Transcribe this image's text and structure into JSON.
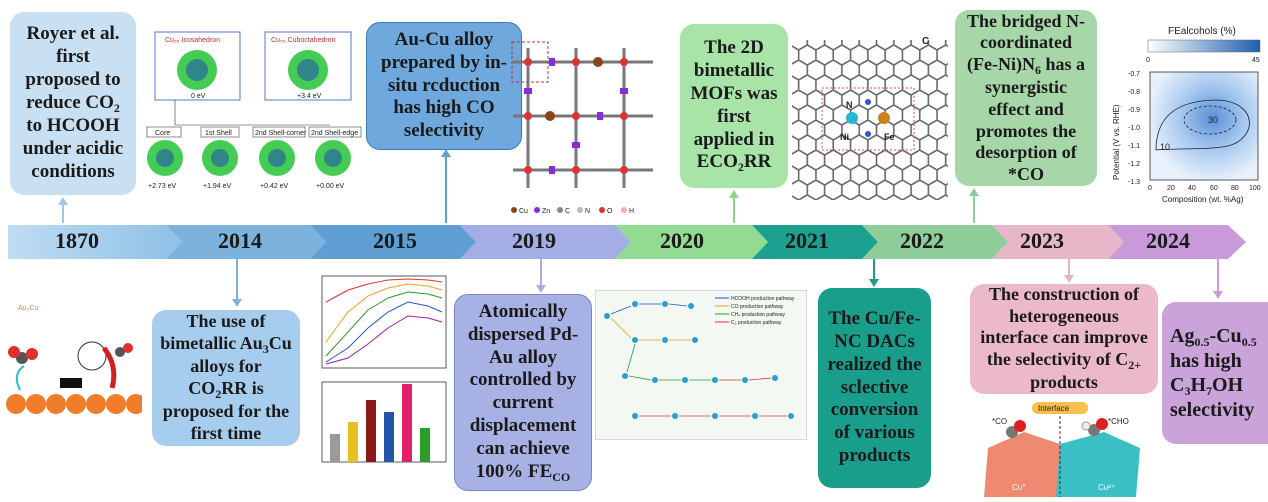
{
  "timeline": {
    "years": [
      "1870",
      "2014",
      "2015",
      "2019",
      "2020",
      "2021",
      "2022",
      "2023",
      "2024"
    ]
  },
  "events": [
    {
      "id": "1870",
      "parts": [
        "Royer et al. first proposed to reduce CO",
        "2",
        "to HCOOH under acidic conditions"
      ]
    },
    {
      "id": "2014",
      "parts": [
        "The use of bimetallic Au",
        "3",
        "Cu alloys for CO",
        "2",
        "RR is proposed for the first time"
      ]
    },
    {
      "id": "2015",
      "parts": [
        "Au-Cu alloy prepared by in-situ rcduction has high CO selectivity"
      ]
    },
    {
      "id": "2019",
      "parts": [
        "Atomically dispersed Pd-Au alloy controlled by current displacement can achieve 100% FE",
        "CO"
      ]
    },
    {
      "id": "2020",
      "parts": [
        "The 2D bimetallic MOFs was first applied in ECO",
        "2",
        "RR"
      ]
    },
    {
      "id": "2021",
      "parts": [
        "The Cu/Fe-NC DACs realized the sclective conversion of various products"
      ]
    },
    {
      "id": "2022",
      "parts": [
        "The bridged N-coordinated (Fe-Ni)N",
        "6",
        "has a synergistic effect and promotes the desorption of *CO"
      ]
    },
    {
      "id": "2023",
      "parts": [
        "The construction of heterogeneous interface can improve the selectivity of C",
        "2+",
        "products"
      ]
    },
    {
      "id": "2024",
      "parts": [
        "Ag",
        "0.5",
        "-Cu",
        "0.5",
        "has high C",
        "3",
        "H",
        "7",
        "OH selectivity"
      ]
    }
  ],
  "figures": {
    "cluster": {
      "icosahedron": "Cu₅₅ Icosahedron",
      "cuboctahedron": "Cu₅₅ Cuboctahedron",
      "e_ico": "0 eV",
      "e_cubo": "+3.4 eV",
      "cells": [
        {
          "label": "Core",
          "energy": "+2.73 eV"
        },
        {
          "label": "1st Shell",
          "energy": "+1.94 eV"
        },
        {
          "label": "2nd Shell-corner",
          "energy": "+0.42 eV"
        },
        {
          "label": "2nd Shell-edge",
          "energy": "+0.00 eV"
        }
      ]
    },
    "au3cu_label": "Au₃Cu",
    "mof_legend": [
      "Cu",
      "Zn",
      "C",
      "N",
      "O",
      "H"
    ],
    "graphene": {
      "c": "C",
      "n": "N",
      "ni": "Ni",
      "fe": "Fe"
    },
    "interface": {
      "co": "*CO",
      "label": "Interface",
      "cho": "*CHO",
      "left": "Cu°",
      "right": "Cu²⁺"
    },
    "pathway_legend": [
      "HCOOH production pathway",
      "CO production pathway",
      "CH₄ production pathway",
      "C₂ production pathway"
    ],
    "heatmap": {
      "title": "FEalcohols (%)",
      "cbar_min": "0",
      "cbar_max": "45",
      "ylabel": "Potential (V vs. RHE)",
      "xlabel": "Composition (wt. %Ag)",
      "yticks": [
        "-0.7",
        "-0.8",
        "-0.9",
        "-1.0",
        "-1.1",
        "-1.2",
        "-1.3"
      ],
      "xticks": [
        "0",
        "20",
        "40",
        "60",
        "80",
        "100"
      ],
      "contours": [
        "30",
        "10"
      ]
    }
  },
  "colors": {
    "arrow_blue": "#7eb0dc",
    "arrow_purple": "#a9b0e4",
    "arrow_green": "#8bd48d",
    "arrow_teal": "#1a9e8c",
    "arrow_pink": "#e3b4c8",
    "arrow_violet": "#c89ad8"
  }
}
